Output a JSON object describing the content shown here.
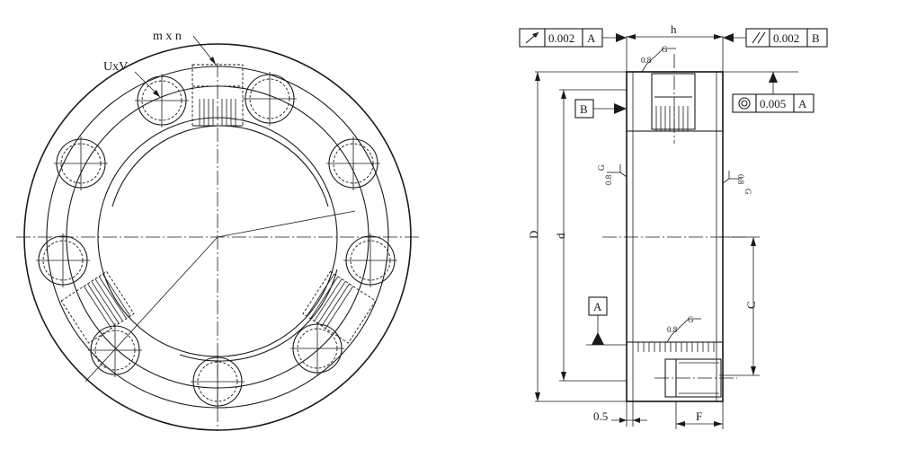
{
  "front_view": {
    "thread_callout_top": "m x n",
    "bolt_callout": "UxV"
  },
  "side_view": {
    "width_dim": "h",
    "outer_diameter_dim": "D",
    "inner_diameter_dim": "d",
    "offset_dim": "C",
    "bottom_left_dim": "0.5",
    "bottom_hole_dim": "F",
    "frame_runout": {
      "value": "0.002",
      "datum": "A"
    },
    "frame_parallel": {
      "value": "0.002",
      "datum": "B"
    },
    "frame_concentric": {
      "value": "0.005",
      "datum": "A"
    },
    "datum_b_label": "B",
    "datum_a_label": "A",
    "roughness_top_value": "0.8",
    "roughness_top_grade": "G",
    "roughness_left_value": "0.8",
    "roughness_left_grade": "G",
    "roughness_right_value": "0.8",
    "roughness_right_grade": "G",
    "roughness_bottom_value": "0.8",
    "roughness_bottom_grade": "G"
  }
}
